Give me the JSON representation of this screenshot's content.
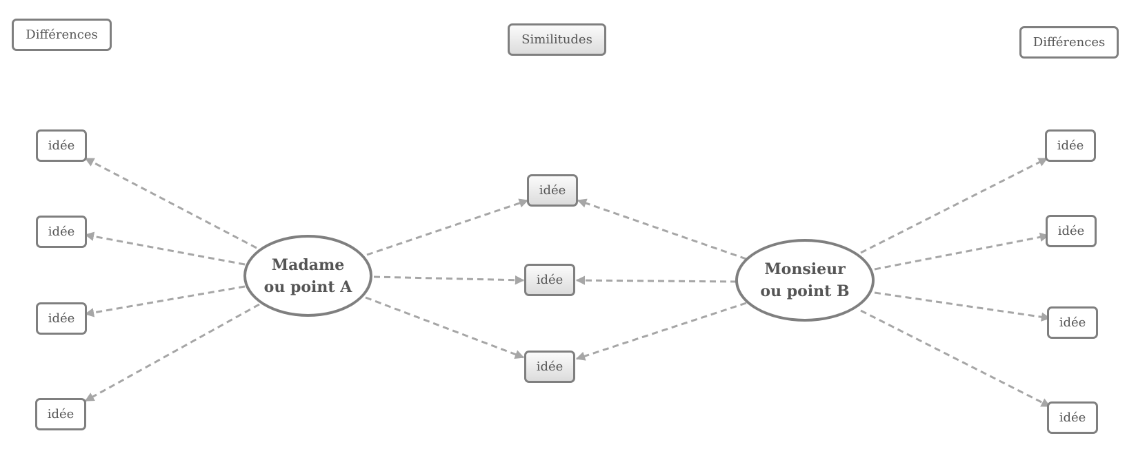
{
  "headers": {
    "left": "Différences",
    "center": "Similitudes",
    "right": "Différences"
  },
  "center_a": {
    "line1": "Madame",
    "line2": "ou point A"
  },
  "center_b": {
    "line1": "Monsieur",
    "line2": "ou point B"
  },
  "left_ideas": [
    "idée",
    "idée",
    "idée",
    "idée"
  ],
  "middle_ideas": [
    "idée",
    "idée",
    "idée"
  ],
  "right_ideas": [
    "idée",
    "idée",
    "idée",
    "idée"
  ],
  "colors": {
    "border": "#7f7f7f",
    "text": "#555555",
    "edge": "#a6a6a6"
  }
}
